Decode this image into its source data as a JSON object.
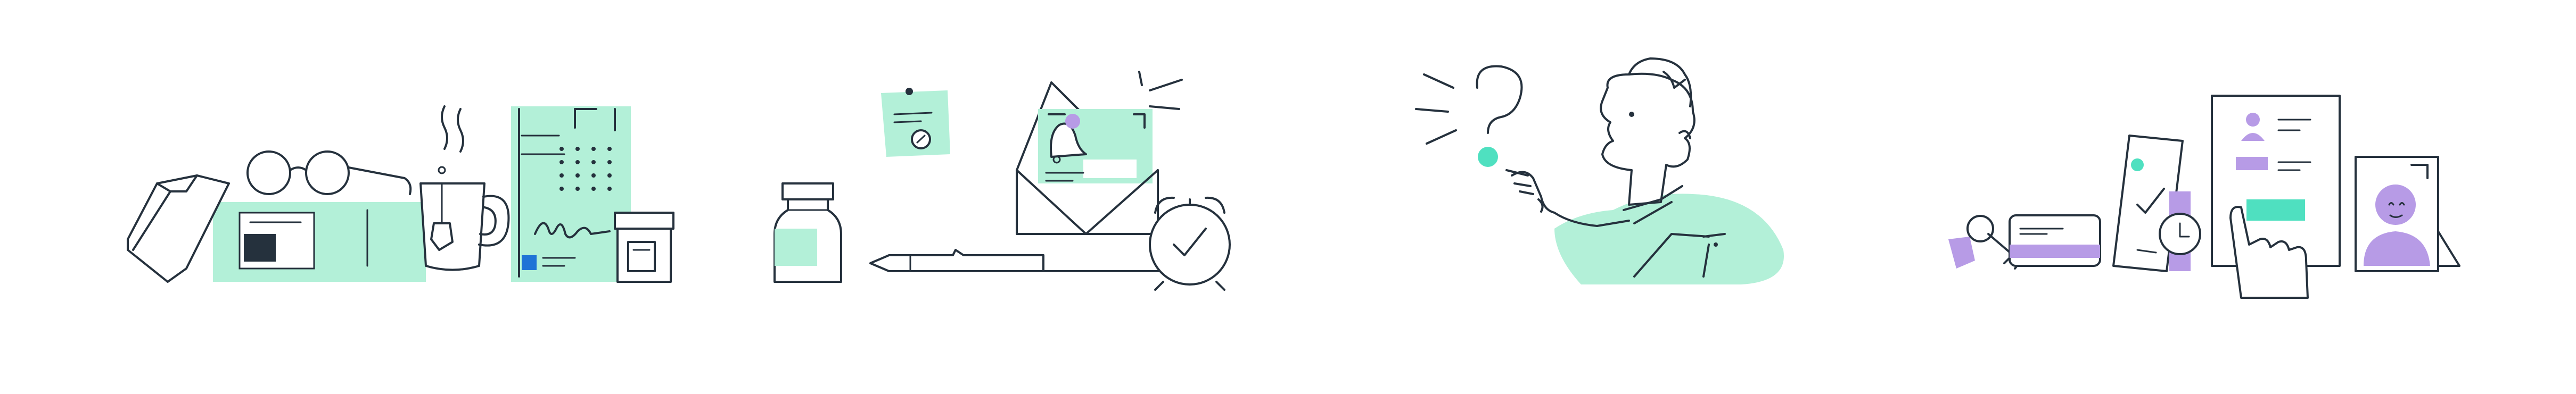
{
  "illustrations": [
    {
      "name": "health-supplies",
      "icons": [
        "inhaler-icon",
        "glasses-icon",
        "pill-case-icon",
        "tea-mug-icon",
        "prescription-form-icon",
        "signature-icon",
        "pill-bottle-icon"
      ]
    },
    {
      "name": "reminders",
      "icons": [
        "medicine-jar-icon",
        "sticky-note-icon",
        "pen-icon",
        "envelope-notification-icon",
        "bell-icon",
        "alarm-clock-icon"
      ]
    },
    {
      "name": "questions",
      "icons": [
        "question-mark-icon",
        "person-pointing-icon"
      ]
    },
    {
      "name": "identity-verification",
      "icons": [
        "key-icon",
        "id-card-icon",
        "phone-check-icon",
        "wristwatch-icon",
        "profile-document-icon",
        "hand-tap-icon",
        "portrait-card-icon"
      ]
    }
  ],
  "colors": {
    "ink": "#25313d",
    "mint": "#b3f0d8",
    "teal": "#4fe0c0",
    "lavender": "#b79be6",
    "blue": "#1f73d6",
    "white": "#ffffff"
  }
}
